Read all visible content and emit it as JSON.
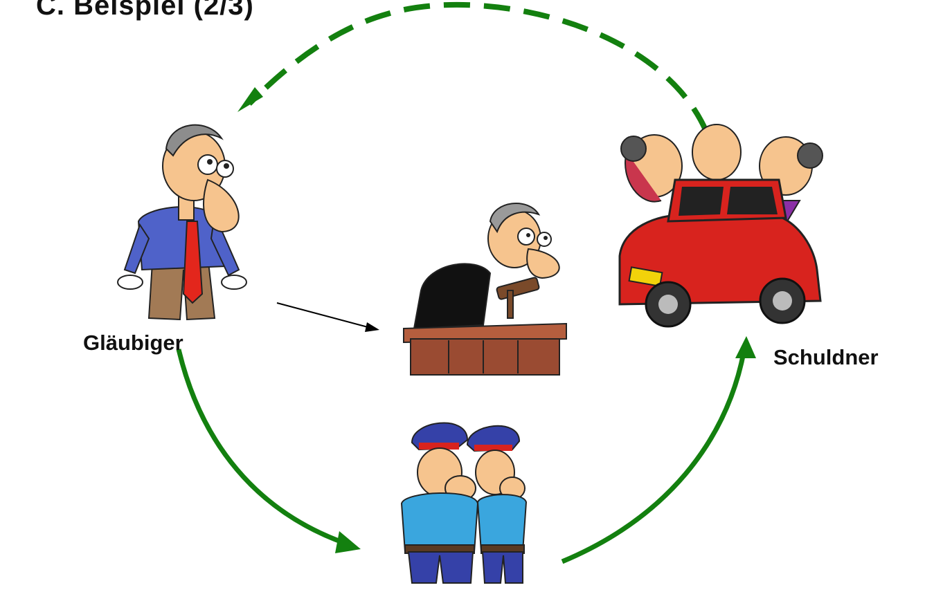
{
  "title": "C. Beispiel (2/3)",
  "labels": {
    "creditor": "Gläubiger",
    "debtor": "Schuldner"
  },
  "colors": {
    "arrow_green": "#13800f",
    "arrow_thin": "#000000",
    "car_red": "#d8231e",
    "police_blue": "#3aa6de",
    "police_cap": "#3541a8",
    "judge_bench": "#9a4b32",
    "creditor_shirt": "#4f62c9",
    "creditor_tie": "#e3261c"
  },
  "figures": [
    {
      "name": "creditor-cartoon",
      "icon": "empty-pockets-man-icon"
    },
    {
      "name": "judge-cartoon",
      "icon": "judge-gavel-icon"
    },
    {
      "name": "debtor-cartoon",
      "icon": "family-in-car-icon"
    },
    {
      "name": "police-cartoon",
      "icon": "two-policemen-icon"
    }
  ]
}
